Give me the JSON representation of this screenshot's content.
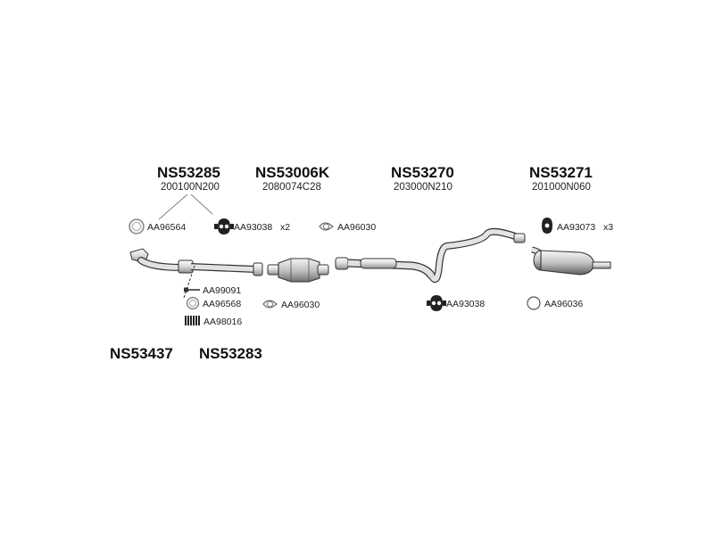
{
  "assemblies": [
    {
      "code": "NS53285",
      "sub": "200100N200"
    },
    {
      "code": "NS53006K",
      "sub": "2080074C28"
    },
    {
      "code": "NS53270",
      "sub": "203000N210"
    },
    {
      "code": "NS53271",
      "sub": "201000N060"
    }
  ],
  "parts": {
    "aa96564": "AA96564",
    "aa93038_top": "AA93038",
    "aa93038_top_qty": "x2",
    "aa96030_top": "AA96030",
    "aa93073": "AA93073",
    "aa93073_qty": "x3",
    "aa99091": "AA99091",
    "aa96568": "AA96568",
    "aa98016": "AA98016",
    "aa96030_bottom": "AA96030",
    "aa93038_bottom": "AA93038",
    "aa96036": "AA96036"
  },
  "bottom_codes": [
    "NS53437",
    "NS53283"
  ],
  "colors": {
    "line": "#333333",
    "pipe_fill": "#e6e6e6",
    "pipe_dark": "#9a9a9a",
    "text": "#111111"
  },
  "icons": {
    "gasket": "ring-gasket-icon",
    "hanger": "rubber-hanger-icon",
    "bolt": "bolt-icon",
    "spring": "spring-icon"
  }
}
